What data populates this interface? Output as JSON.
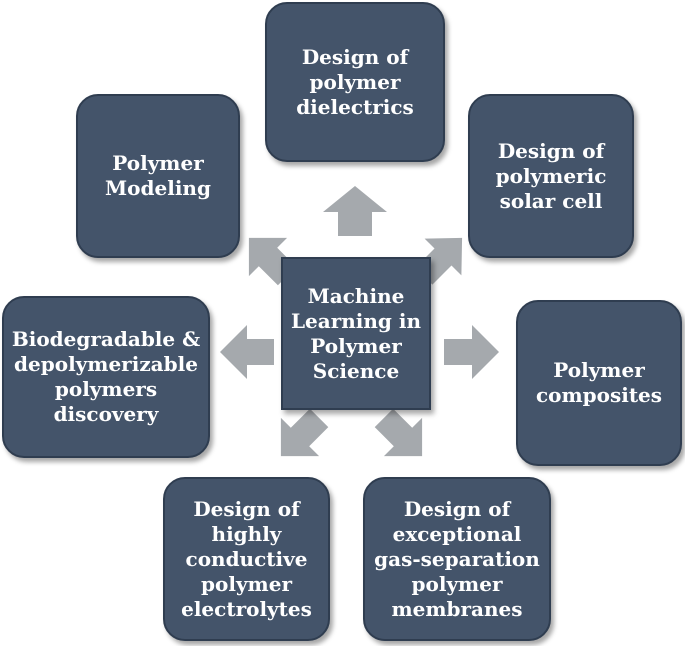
{
  "center": {
    "label": "Machine\nLearning in\nPolymer\nScience"
  },
  "nodes": {
    "dielectrics": "Design of\npolymer\ndielectrics",
    "solar_cell": "Design of\npolymeric\nsolar cell",
    "composites": "Polymer\ncomposites",
    "membranes": "Design of\nexceptional\ngas-separation\npolymer\nmembranes",
    "electrolytes": "Design of\nhighly\nconductive\npolymer\nelectrolytes",
    "biodegradable": "Biodegradable &\ndepolymerizable\npolymers\ndiscovery",
    "modeling": "Polymer\nModeling"
  },
  "colors": {
    "box": "#44546a",
    "arrow": "#a5a9ad",
    "text": "#ffffff"
  }
}
